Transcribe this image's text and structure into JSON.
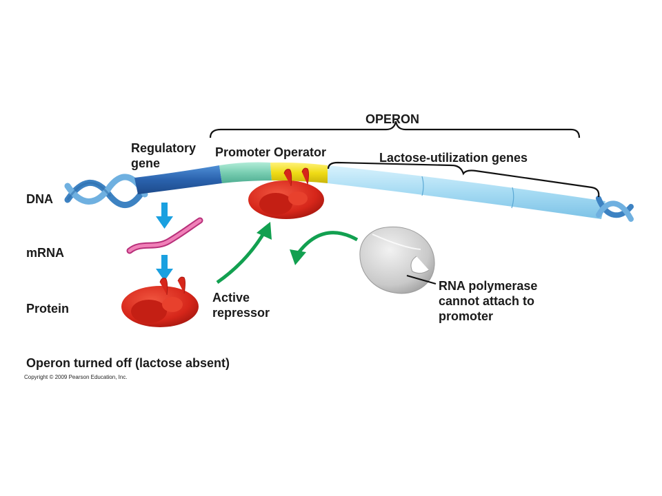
{
  "labels": {
    "operon": "OPERON",
    "regulatory_line1": "Regulatory",
    "regulatory_line2": "gene",
    "promoter_operator": "Promoter Operator",
    "lactose_genes": "Lactose-utilization genes",
    "dna": "DNA",
    "mrna": "mRNA",
    "protein": "Protein",
    "active_line1": "Active",
    "active_line2": "repressor",
    "rna_pol_line1": "RNA polymerase",
    "rna_pol_line2": "cannot attach to",
    "rna_pol_line3": "promoter",
    "caption": "Operon turned off (lactose absent)",
    "copyright": "Copyright © 2009 Pearson Education, Inc."
  },
  "colors": {
    "regulatory_gene": "#2f6fb8",
    "promoter": "#7fd0b8",
    "operator": "#f2e21a",
    "lactose_genes": "#a9dcf3",
    "dna_helix": "#4a90c8",
    "mrna": "#e060a0",
    "repressor": "#d8281c",
    "rna_polymerase": "#c8c8c8",
    "blue_arrow": "#1aa0e0",
    "green_arrow": "#12a050"
  }
}
